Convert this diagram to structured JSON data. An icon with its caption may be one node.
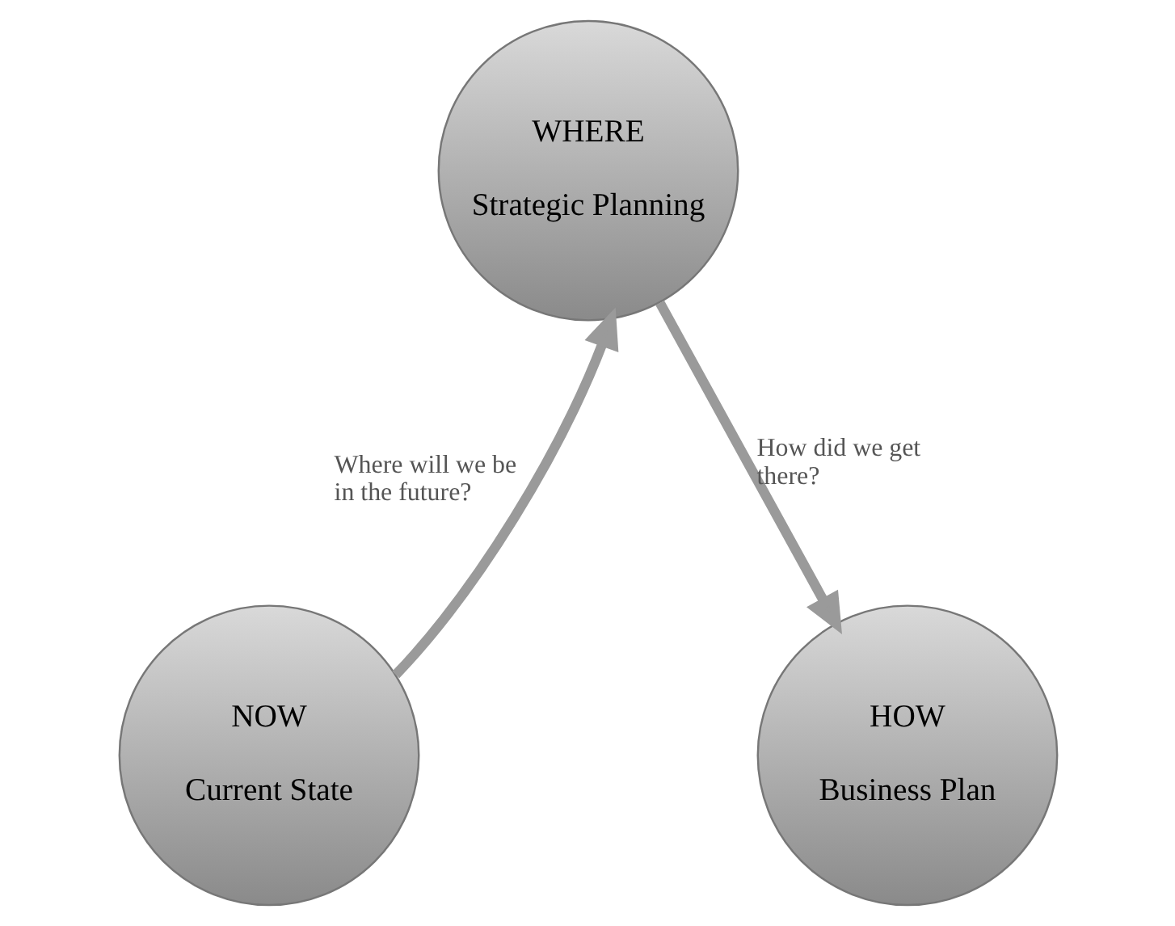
{
  "diagram": {
    "nodes": [
      {
        "text": [
          "WHERE",
          "Strategic Planning"
        ]
      },
      {
        "text": [
          "NOW",
          "Current State"
        ]
      },
      {
        "text": [
          "HOW",
          "Business Plan"
        ]
      }
    ],
    "edges": [
      {
        "from": 1,
        "to": 0,
        "arrow": "to",
        "label": "Where will we be in the future?"
      },
      {
        "from": 0,
        "to": 2,
        "arrow": "to",
        "label": "How did we get there?"
      }
    ]
  }
}
